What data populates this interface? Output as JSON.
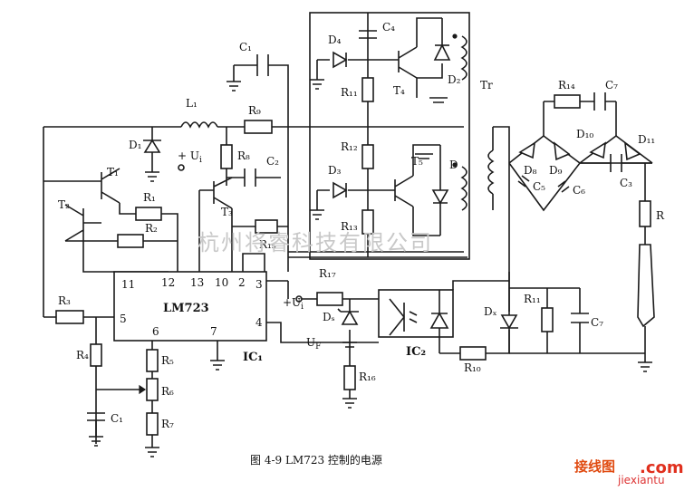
{
  "caption": "图 4-9   LM723 控制的电源",
  "watermark": "杭州将睿科技有限公司",
  "site_logo": {
    "cn": "接线图",
    "com": ".com",
    "domain": "jiexiantu"
  },
  "ic1": {
    "name": "LM723",
    "ref": "IC₁",
    "pins": {
      "p11": "11",
      "p12": "12",
      "p13": "13",
      "p10": "10",
      "p2": "2",
      "p3": "3",
      "p5": "5",
      "p6": "6",
      "p7": "7",
      "p4": "4"
    }
  },
  "ic2": {
    "ref": "IC₂"
  },
  "labels": {
    "C1_top": "C₁",
    "L1": "L₁",
    "R9": "R₉",
    "D1": "D₁",
    "Ui_top": "+ U",
    "Ui_sub": "i",
    "R8": "R₈",
    "C2": "C₂",
    "T1": "T₁",
    "T2": "T₂",
    "T3": "T₃",
    "R1_top": "R₁",
    "R2": "R₂",
    "R15": "R₁₅",
    "R3": "R₃",
    "R4": "R₄",
    "R5": "R₅",
    "R6": "R₆",
    "R7": "R₇",
    "C1_bot": "C₁",
    "D4": "D₄",
    "C4": "C₄",
    "T4": "T₄",
    "D2": "D₂",
    "R11": "R₁₁",
    "R12": "R₁₂",
    "D3": "D₃",
    "T5": "T₅",
    "R13": "R₁₃",
    "D_sec": "D",
    "Tr": "Tr",
    "R14": "R₁₄",
    "C7": "C₇",
    "D10": "D₁₀",
    "D11": "D₁₁",
    "D8": "D₈",
    "D9": "D₉",
    "C5": "C₅",
    "C6": "C₆",
    "C3": "C₃",
    "R": "R",
    "R17": "R₁₇",
    "Ui_opto": "+U",
    "Ui_opto_sub": "i",
    "Ds": "Dₛ",
    "UF": "U",
    "UF_sub": "F",
    "R16": "R₁₆",
    "Dx": "Dₓ",
    "R11b": "R₁₁",
    "C_out": "C₇",
    "R10": "R₁₀"
  }
}
